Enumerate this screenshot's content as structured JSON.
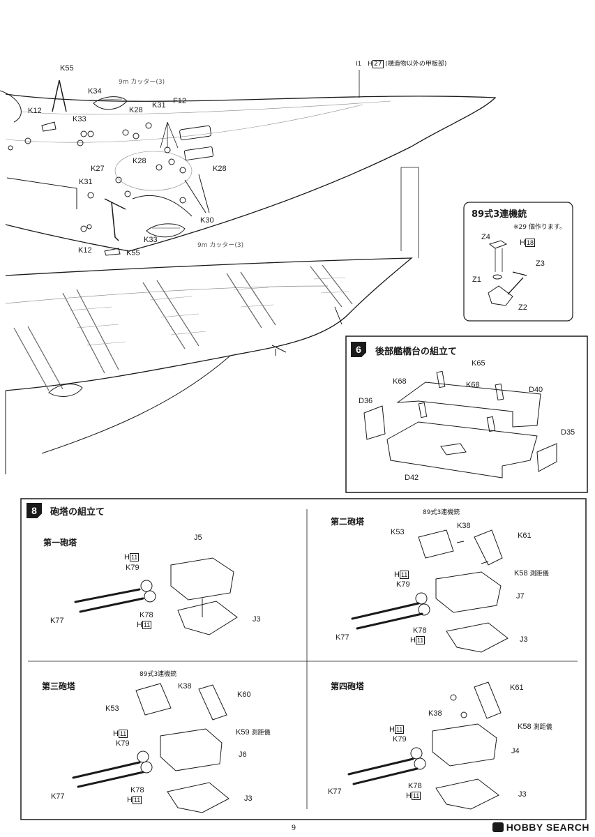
{
  "page_number": "9",
  "watermark": "HOBBY SEARCH",
  "top_section": {
    "labels": {
      "k55_a": "K55",
      "k12_a": "K12",
      "k34": "K34",
      "cutter_a": "9m カッター(3)",
      "k33_a": "K33",
      "k28_a": "K28",
      "k31_a": "K31",
      "f12": "F12",
      "k27": "K27",
      "k28_b": "K28",
      "k28_c": "K28",
      "k31_b": "K31",
      "k30": "K30",
      "k33_b": "K33",
      "cutter_b": "9m カッター(3)",
      "k12_b": "K12",
      "k55_b": "K55",
      "i1": "I1",
      "h_prefix": "H",
      "h_code": "27",
      "h_note": "(構造物以外の甲板部)"
    }
  },
  "aa_box": {
    "title": "89式3連機銃",
    "note": "※29 個作ります。",
    "z4": "Z4",
    "h_prefix": "H",
    "h_code": "18",
    "z3": "Z3",
    "z1": "Z1",
    "z2": "Z2"
  },
  "step6": {
    "number": "6",
    "title": "後部艦橋台の組立て",
    "k65": "K65",
    "k68_a": "K68",
    "k68_b": "K68",
    "d40": "D40",
    "d36": "D36",
    "d35": "D35",
    "d42": "D42"
  },
  "step8": {
    "number": "8",
    "title": "砲塔の組立て",
    "turret1": {
      "title": "第一砲塔",
      "j5": "J5",
      "h_prefix": "H",
      "h_code": "11",
      "k79": "K79",
      "k77": "K77",
      "k78": "K78",
      "h2_prefix": "H",
      "h2_code": "11",
      "j3": "J3"
    },
    "turret2": {
      "title": "第二砲塔",
      "aa": "89式3連機銃",
      "k53": "K53",
      "k38": "K38",
      "k61": "K61",
      "h_prefix": "H",
      "h_code": "11",
      "k79": "K79",
      "k58": "K58",
      "k58_note": "測距儀",
      "j7": "J7",
      "k77": "K77",
      "k78": "K78",
      "h2_prefix": "H",
      "h2_code": "11",
      "j3": "J3"
    },
    "turret3": {
      "title": "第三砲塔",
      "aa": "89式3連機銃",
      "k38": "K38",
      "k60": "K60",
      "k53": "K53",
      "k59": "K59",
      "k59_note": "測距儀",
      "h_prefix": "H",
      "h_code": "11",
      "k79": "K79",
      "j6": "J6",
      "k77": "K77",
      "k78": "K78",
      "h2_prefix": "H",
      "h2_code": "11",
      "j3": "J3"
    },
    "turret4": {
      "title": "第四砲塔",
      "k61": "K61",
      "k38": "K38",
      "k58": "K58",
      "k58_note": "測距儀",
      "h_prefix": "H",
      "h_code": "11",
      "k79": "K79",
      "j4": "J4",
      "k77": "K77",
      "k78": "K78",
      "h2_prefix": "H",
      "h2_code": "11",
      "j3": "J3"
    }
  }
}
